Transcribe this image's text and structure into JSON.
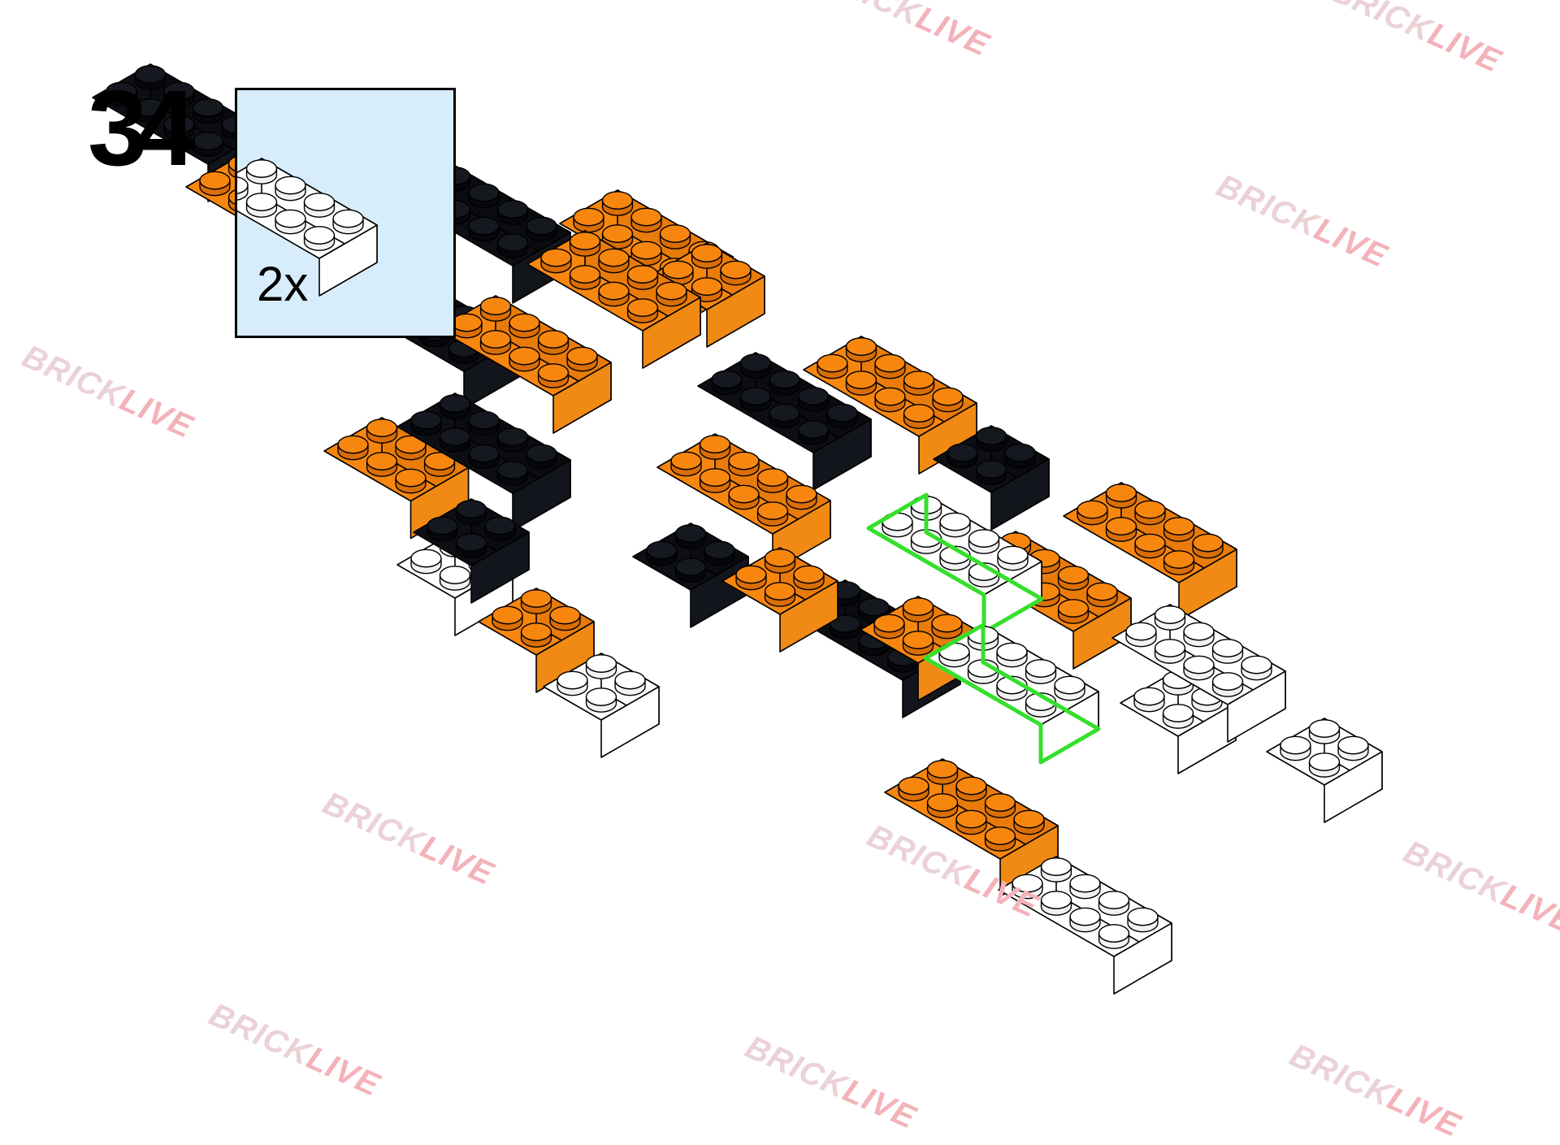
{
  "step": {
    "number": "34"
  },
  "parts_callout": {
    "quantity": "2x",
    "part_icon": "brick-2x4-white-icon",
    "part_color": "#ffffff"
  },
  "watermark": {
    "part1": "BRICK",
    "part2": "LIVE"
  },
  "colors": {
    "orange": "#f7860f",
    "black": "#0d0f14",
    "white": "#ffffff",
    "highlight": "#34e02b",
    "callout_bg": "#d7edfb"
  }
}
